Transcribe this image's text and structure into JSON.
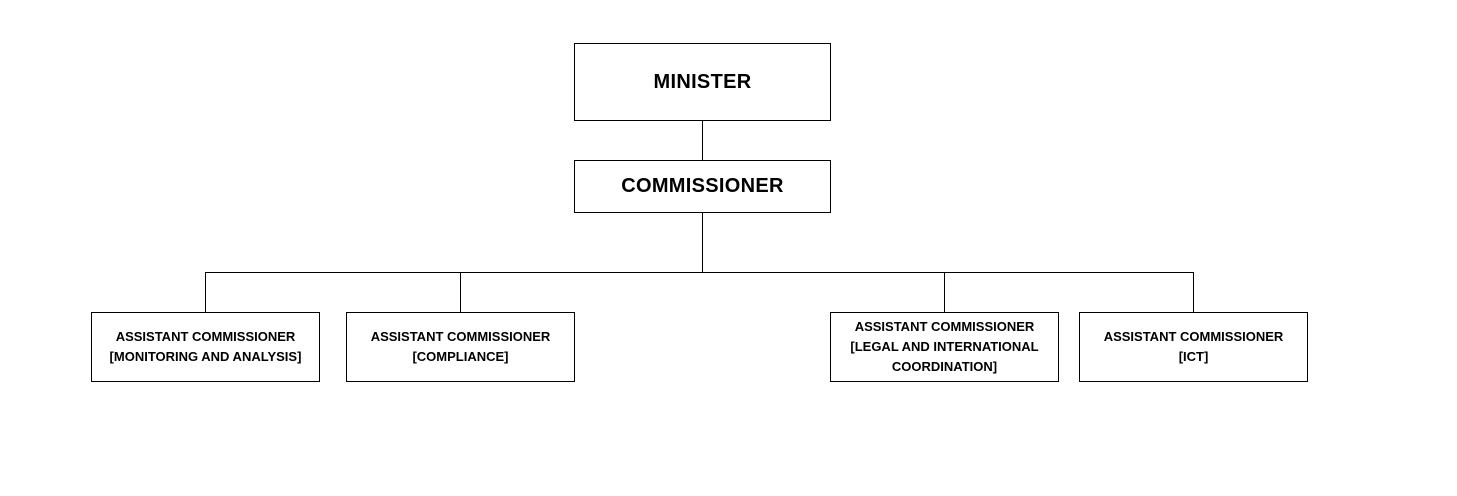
{
  "org_chart": {
    "minister": {
      "title": "MINISTER"
    },
    "commissioner": {
      "title": "COMMISSIONER"
    },
    "assistants": [
      {
        "title": "ASSISTANT COMMISSIONER",
        "dept_lines": [
          "[MONITORING AND ANALYSIS]"
        ]
      },
      {
        "title": "ASSISTANT COMMISSIONER",
        "dept_lines": [
          "[COMPLIANCE]"
        ]
      },
      {
        "title": "ASSISTANT COMMISSIONER",
        "dept_lines": [
          "[LEGAL AND INTERNATIONAL",
          "COORDINATION]"
        ]
      },
      {
        "title": "ASSISTANT COMMISSIONER",
        "dept_lines": [
          "[ICT]"
        ]
      }
    ]
  },
  "colors": {
    "line": "#000000",
    "box_border": "#000000",
    "box_fill": "#ffffff",
    "text": "#000000"
  }
}
